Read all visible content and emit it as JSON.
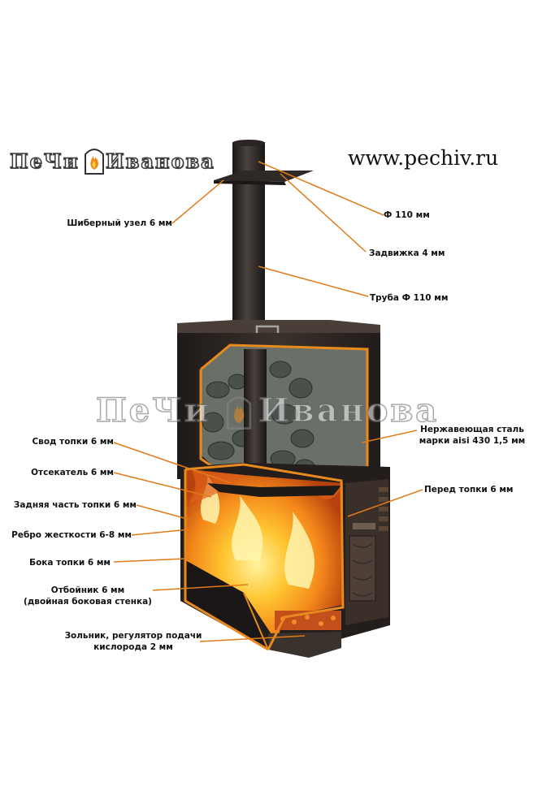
{
  "brand": {
    "logo_part1": "ПеЧи",
    "logo_part2": "Иванова",
    "website": "www.pechiv.ru"
  },
  "labels": {
    "damper_unit": "Шиберный узел 6 мм",
    "pipe_diameter": "Ф 110 мм",
    "gate_valve": "Задвижка 4 мм",
    "pipe": "Труба Ф 110 мм",
    "stainless_line1": "Нержавеющая сталь",
    "stainless_line2": "марки aisi 430 1,5 мм",
    "firebox_vault": "Свод топки 6 мм",
    "cutoff": "Отсекатель 6 мм",
    "firebox_rear": "Задняя часть топки 6 мм",
    "stiffening_rib": "Ребро жесткости 6-8 мм",
    "firebox_sides": "Бока топки 6 мм",
    "reflector_line1": "Отбойник 6 мм",
    "reflector_line2": "(двойная боковая стенка)",
    "firebox_front": "Перед топки 6 мм",
    "ashpan_line1": "Зольник, регулятор подачи",
    "ashpan_line2": "кислорода 2 мм"
  },
  "colors": {
    "leader": "#e07b1a",
    "stove_body": "#2b2522",
    "fire": "#f39a1c"
  }
}
